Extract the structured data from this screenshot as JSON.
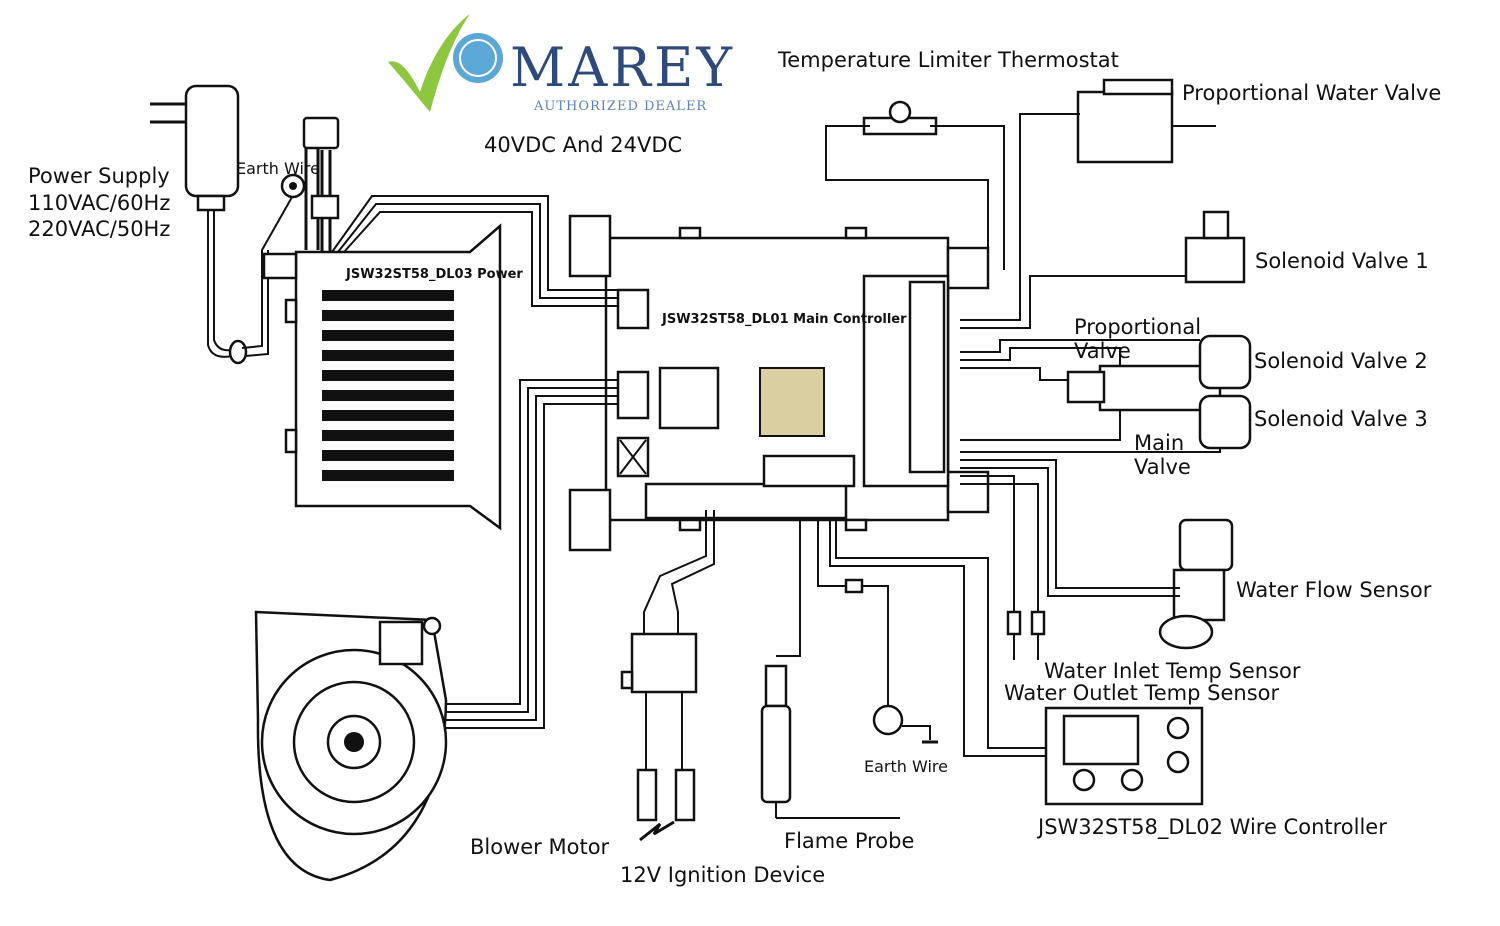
{
  "brand": {
    "name": "MAREY",
    "tagline": "AUTHORIZED DEALER",
    "colors": {
      "check": "#8dc63f",
      "badge": "#5ba7d6",
      "text": "#2e4a7a"
    }
  },
  "voltage_note": "40VDC And 24VDC",
  "labels": {
    "temp_limiter": "Temperature Limiter Thermostat",
    "prop_water_valve": "Proportional Water Valve",
    "power_supply_1": "Power Supply",
    "power_supply_2": "110VAC/60Hz",
    "power_supply_3": "220VAC/50Hz",
    "earth_wire_top": "Earth Wire",
    "power_board": "JSW32ST58_DL03 Power",
    "main_controller": "JSW32ST58_DL01 Main Controller",
    "solenoid_1": "Solenoid Valve 1",
    "prop_valve_1": "Proportional",
    "prop_valve_2": "Valve",
    "solenoid_2": "Solenoid Valve 2",
    "solenoid_3": "Solenoid Valve 3",
    "main_valve_1": "Main",
    "main_valve_2": "Valve",
    "water_flow_sensor": "Water Flow Sensor",
    "water_inlet_sensor": "Water Inlet Temp Sensor",
    "water_outlet_sensor": "Water Outlet Temp Sensor",
    "earth_wire_bottom": "Earth Wire",
    "wire_controller": "JSW32ST58_DL02 Wire Controller",
    "blower_motor": "Blower Motor",
    "ignition": "12V Ignition Device",
    "flame_probe": "Flame Probe"
  }
}
